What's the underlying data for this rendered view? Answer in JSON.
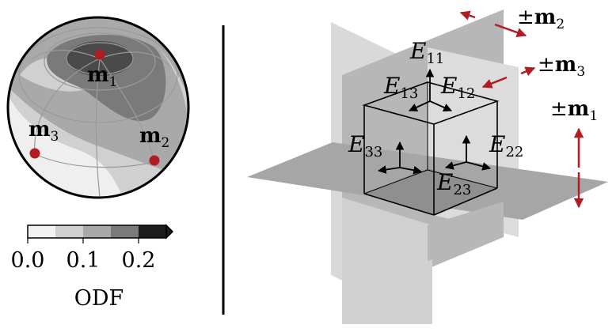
{
  "sphere": {
    "point_labels": [
      {
        "base": "m",
        "sub": "1"
      },
      {
        "base": "m",
        "sub": "2"
      },
      {
        "base": "m",
        "sub": "3"
      }
    ],
    "point_color": "#b01c22"
  },
  "colorbar": {
    "ticks": [
      "0.0",
      "0.1",
      "0.2"
    ],
    "label": "ODF",
    "levels": [
      "#f2f2f2",
      "#d0d0d0",
      "#a9a9a9",
      "#7a7a7a",
      "#1c1c1c"
    ]
  },
  "planes": {
    "vertical_back_color": "#d9d9d9",
    "vertical_front_color": "#b7b7b7",
    "horizontal_color": "#a6a6a6"
  },
  "strain_labels": [
    {
      "base": "E",
      "sub": "11"
    },
    {
      "base": "E",
      "sub": "13"
    },
    {
      "base": "E",
      "sub": "12"
    },
    {
      "base": "E",
      "sub": "33"
    },
    {
      "base": "E",
      "sub": "22"
    },
    {
      "base": "E",
      "sub": "23"
    }
  ],
  "mode_labels": [
    {
      "sign": "±",
      "base": "m",
      "sub": "2"
    },
    {
      "sign": "±",
      "base": "m",
      "sub": "3"
    },
    {
      "sign": "±",
      "base": "m",
      "sub": "1"
    }
  ],
  "arrow_color": "#b01c22"
}
